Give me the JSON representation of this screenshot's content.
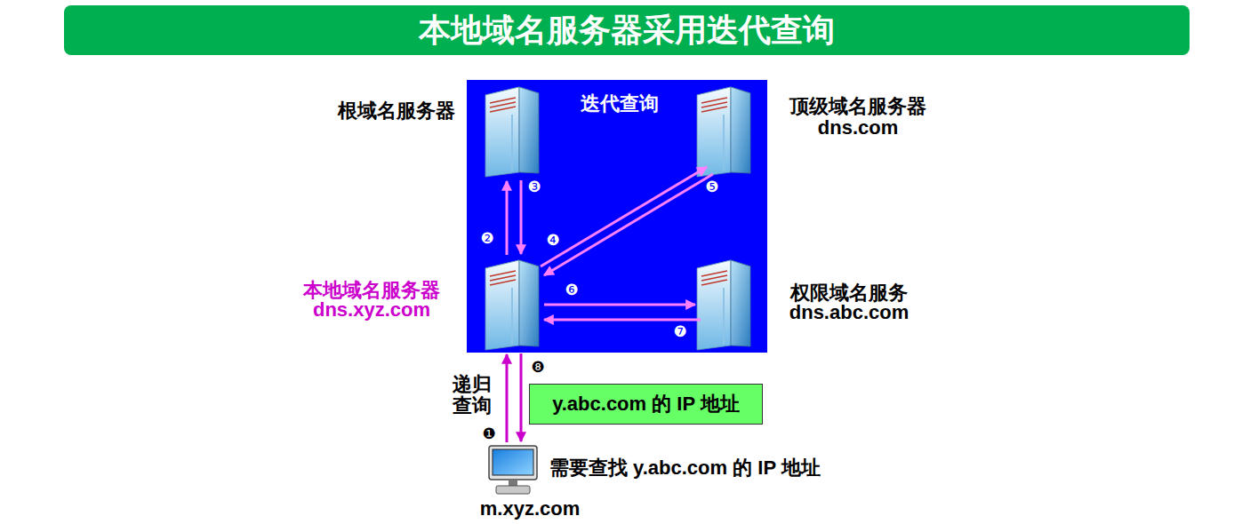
{
  "diagram": {
    "title": "本地域名服务器采用迭代查询",
    "nodes": [
      {
        "text": [
          "迭代查询"
        ]
      },
      {
        "text": [
          "根域名服务器"
        ],
        "in": 0
      },
      {
        "text": [
          "顶级域名服务器",
          "dns.com"
        ],
        "in": 0
      },
      {
        "text": [
          "本地域名服务器",
          "dns.xyz.com"
        ],
        "in": 0
      },
      {
        "text": [
          "权限域名服务",
          "dns.abc.com"
        ],
        "in": 0
      },
      {
        "text": [
          "需要查找 y.abc.com 的 IP 地址",
          "m.xyz.com"
        ]
      },
      {
        "text": [
          "y.abc.com 的 IP 地址"
        ]
      }
    ],
    "edges": [
      {
        "from": 5,
        "to": 3,
        "arrow": "to",
        "label": "❶"
      },
      {
        "from": 3,
        "to": 1,
        "arrow": "to",
        "label": "❷"
      },
      {
        "from": 1,
        "to": 3,
        "arrow": "to",
        "label": "❸"
      },
      {
        "from": 3,
        "to": 2,
        "arrow": "to",
        "label": "❹"
      },
      {
        "from": 2,
        "to": 3,
        "arrow": "to",
        "label": "❺"
      },
      {
        "from": 3,
        "to": 4,
        "arrow": "to",
        "label": "❻"
      },
      {
        "from": 4,
        "to": 3,
        "arrow": "to",
        "label": "❼"
      },
      {
        "from": 3,
        "to": 5,
        "arrow": "to",
        "label": "❽"
      }
    ],
    "labels": [
      "递归查询"
    ]
  }
}
